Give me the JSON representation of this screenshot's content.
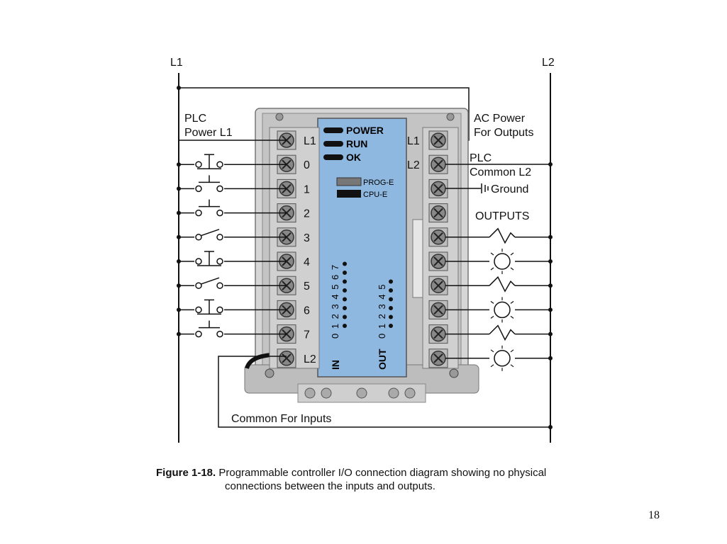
{
  "diagram": {
    "rail_left_label": "L1",
    "rail_right_label": "L2",
    "plc_power_label": [
      "PLC",
      "Power L1"
    ],
    "ac_power_label": [
      "AC Power",
      "For Outputs"
    ],
    "plc_common_label": [
      "PLC",
      "Common L2"
    ],
    "ground_label": "Ground",
    "outputs_label": "OUTPUTS",
    "common_inputs_label": "Common For Inputs",
    "left_terminals": [
      "L1",
      "0",
      "1",
      "2",
      "3",
      "4",
      "5",
      "6",
      "7",
      "L2"
    ],
    "right_terminals": [
      "L1",
      "L2"
    ],
    "status_leds": [
      "POWER",
      "RUN",
      "OK"
    ],
    "modules": [
      "PROG-E",
      "CPU-E"
    ],
    "in_label": "IN",
    "in_digits": "0 1 2 3 4 5 6 7",
    "out_label": "OUT",
    "out_digits": "0 1 2 3 4 5",
    "input_devices": [
      "pushbutton-nc",
      "pushbutton-no",
      "pushbutton-no",
      "switch",
      "pushbutton-nc",
      "switch",
      "pushbutton-nc",
      "pushbutton-no"
    ],
    "output_loads": [
      "heater",
      "lamp",
      "heater",
      "lamp",
      "heater",
      "lamp"
    ]
  },
  "caption": {
    "label": "Figure 1-18.",
    "line1": "Programmable controller I/O connection diagram showing no physical",
    "line2": "connections between the inputs and outputs."
  },
  "page_number": "18"
}
